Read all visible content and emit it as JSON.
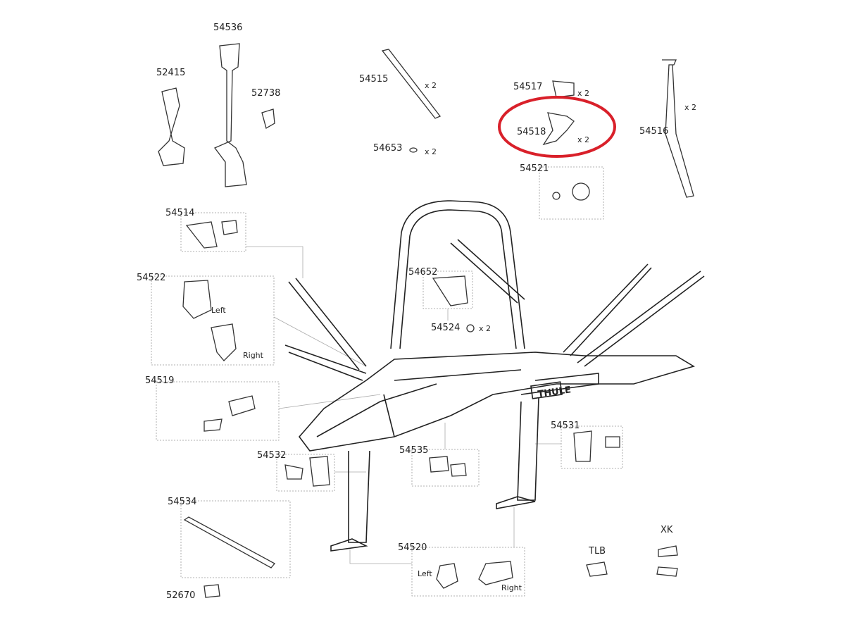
{
  "diagram": {
    "highlight_color": "#d9202a",
    "highlighted_part": "54518",
    "parts": [
      {
        "id": "54536"
      },
      {
        "id": "52415"
      },
      {
        "id": "52738"
      },
      {
        "id": "54515",
        "qty": "x 2"
      },
      {
        "id": "54653",
        "qty": "x 2"
      },
      {
        "id": "54517",
        "qty": "x 2"
      },
      {
        "id": "54518",
        "qty": "x 2"
      },
      {
        "id": "54516",
        "qty": "x 2"
      },
      {
        "id": "54521"
      },
      {
        "id": "54514"
      },
      {
        "id": "54522",
        "left": "Left",
        "right": "Right"
      },
      {
        "id": "54652"
      },
      {
        "id": "54524",
        "qty": "x 2"
      },
      {
        "id": "54519"
      },
      {
        "id": "54531"
      },
      {
        "id": "54532"
      },
      {
        "id": "54535"
      },
      {
        "id": "54534"
      },
      {
        "id": "54520",
        "left": "Left",
        "right": "Right"
      },
      {
        "id": "TLB"
      },
      {
        "id": "XK"
      },
      {
        "id": "52670"
      }
    ],
    "brand": "THULE"
  }
}
